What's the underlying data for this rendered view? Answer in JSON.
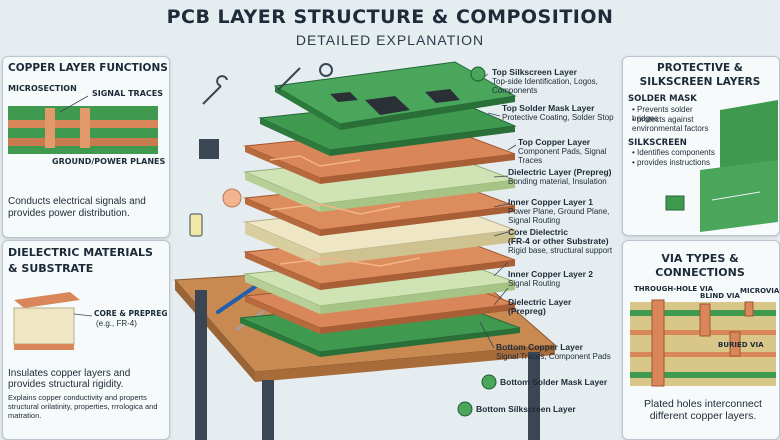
{
  "header": {
    "title": "PCB LAYER STRUCTURE & COMPOSITION",
    "subtitle": "DETAILED EXPLANATION"
  },
  "copper_panel": {
    "title": "COPPER LAYER FUNCTIONS",
    "microsection": "MICROSECTION",
    "signal_traces": "SIGNAL TRACES",
    "ground_power": "GROUND/POWER PLANES",
    "description": "Conducts electrical signals and provides power distribution."
  },
  "dielectric_panel": {
    "title_line1": "DIELECTRIC MATERIALS",
    "title_line2": "& SUBSTRATE",
    "core_label_line1": "CORE & PREPREG",
    "core_label_line2": "(e.g., FR-4)",
    "description": "Insulates copper layers and provides structural rigidity.",
    "detail": "Explains copper conductivity and properts structural orilatinity, properties, rrrologica and matration."
  },
  "protective_panel": {
    "title_line1": "PROTECTIVE &",
    "title_line2": "SILKSCREEN LAYERS",
    "solder_mask": "SOLDER MASK",
    "sm_bullet1": "• Prevents solder bridges",
    "sm_bullet2": "• protects against environmental factors",
    "silkscreen": "SILKSCREEN",
    "ss_bullet1": "• Identifies components",
    "ss_bullet2": "• provides instructions"
  },
  "via_panel": {
    "title_line1": "VIA TYPES &",
    "title_line2": "CONNECTIONS",
    "through_hole": "THROUGH-HOLE VIA",
    "blind": "BLIND VIA",
    "micro": "MICROVIA",
    "buried": "BURIED VIA",
    "description": "Plated holes interconnect different copper layers."
  },
  "layers": [
    {
      "name": "Top Silkscreen Layer",
      "desc": "Top-side Identification, Logos, Components"
    },
    {
      "name": "Top Solder Mask Layer",
      "desc": "Protective Coating, Solder Stop"
    },
    {
      "name": "Top Copper Layer",
      "desc": "Component Pads, Signal Traces"
    },
    {
      "name": "Dielectric Layer (Prepreg)",
      "desc": "Bonding material, Insulation"
    },
    {
      "name": "Inner Copper Layer 1",
      "desc": "Power Plane, Ground Plane, Signal Routing"
    },
    {
      "name": "Core Dielectric",
      "name2": "(FR-4 or other Substrate)",
      "desc": "Rigid base, structural support"
    },
    {
      "name": "Inner Copper Layer 2",
      "desc": "Signal Routing"
    },
    {
      "name": "Dielectric Layer",
      "name2": "(Prepreg)",
      "desc": ""
    },
    {
      "name": "Bottom Copper Layer",
      "desc": "Signal Traces, Component Pads"
    },
    {
      "name": "Bottom Solder Mask Layer",
      "desc": ""
    },
    {
      "name": "Bottom Silkscreen Layer",
      "desc": ""
    }
  ],
  "colors": {
    "solder_mask": "#3f9a4f",
    "copper": "#d9875a",
    "prepreg": "#cfe3b4",
    "core": "#efe6c6",
    "panel_bg": "#f7fafb",
    "table_wood": "#c98a52"
  }
}
